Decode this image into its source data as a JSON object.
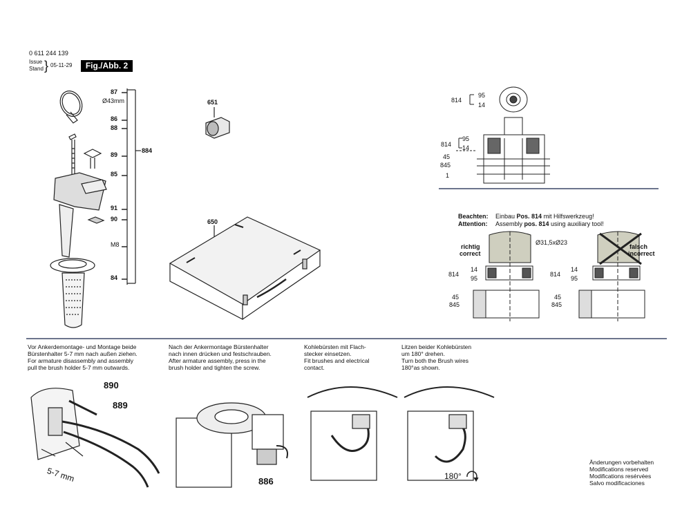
{
  "header": {
    "doc_number": "0 611 244 139",
    "issue": "Issue",
    "stand": "Stand",
    "date": "05-11-29",
    "fig_label": "Fig./Abb. 2"
  },
  "left_parts": {
    "p87": "87",
    "dia": "Ø43mm",
    "p86": "86",
    "p88": "88",
    "p89": "89",
    "p884": "884",
    "p85": "85",
    "p91": "91",
    "p90": "90",
    "m8": "M8",
    "p84": "84"
  },
  "center_parts": {
    "p651": "651",
    "p650": "650"
  },
  "top_right": {
    "p814a": "814",
    "p95a": "95",
    "p14a": "14",
    "p814b": "814",
    "p95b": "95",
    "p14b": "14",
    "p45": "45",
    "p845": "845",
    "p1": "1"
  },
  "notice": {
    "beachten_label": "Beachten:",
    "beachten_pre": "Einbau ",
    "beachten_pos": "Pos. 814",
    "beachten_post": " mit Hilfswerkzeug!",
    "attention_label": "Attention:",
    "attention_pre": "Assembly ",
    "attention_pos": "pos. 814",
    "attention_post": " using auxiliary tool!",
    "richtig": "richtig",
    "correct": "correct",
    "falsch": "falsch",
    "incorrect": "incorrect",
    "dims": "Ø31,5xØ23",
    "l814": "814",
    "l14": "14",
    "l95": "95",
    "l45": "45",
    "l845": "845",
    "r814": "814",
    "r14": "14",
    "r95": "95",
    "r45": "45",
    "r845": "845"
  },
  "instructions": {
    "c1": "Vor Ankerdemontage- und Montage beide\nBürstenhalter 5-7 mm nach außen ziehen.\nFor armature disassembly and assembly\npull the brush holder 5-7 mm outwards.",
    "c2": "Nach der Ankermontage Bürstenhalter\nnach innen drücken und festschrauben.\nAfter armature assembly, press in the\nbrush holder and tighten the screw.",
    "c3": "Kohlebürsten mit Flach-\nstecker einsetzen.\nFit brushes and electrical\ncontact.",
    "c4": "Litzen beider Kohlebürsten\num 180° drehen.\nTurn both the Brush wires\n180°as shown."
  },
  "bottom_parts": {
    "p890": "890",
    "p889": "889",
    "dim57": "5-7 mm",
    "p886": "886",
    "deg180": "180°"
  },
  "footer": {
    "note": "Änderungen vorbehalten\nModifications reserved\nModifications resérvées\nSalvo modificaciones"
  }
}
